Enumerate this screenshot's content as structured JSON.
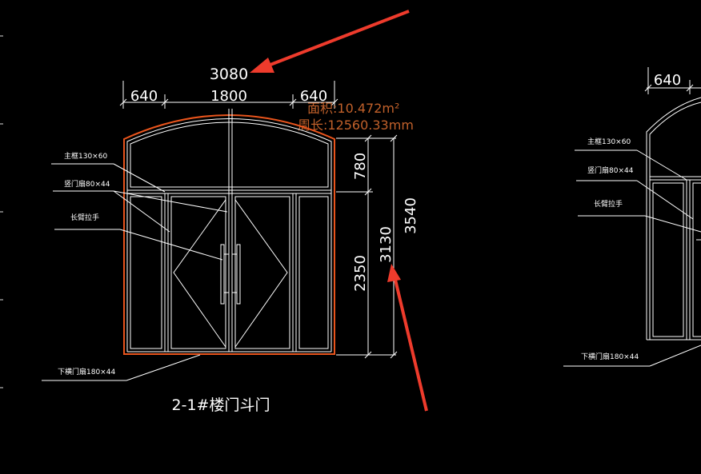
{
  "colors": {
    "background": "#000000",
    "line": "#ffffff",
    "highlight": "#e8541c",
    "info": "#c0602a",
    "arrow": "#ee3b2c"
  },
  "drawing": {
    "left": {
      "dims": {
        "overall": "3080",
        "seg_left": "640",
        "seg_mid": "1800",
        "seg_right": "640",
        "v_top": "780",
        "v_bottom": "2350",
        "v_door": "3130",
        "v_total": "3540"
      },
      "info": {
        "area": "面积:10.472m²",
        "perimeter": "周长:12560.33mm"
      },
      "callouts": {
        "c1": "主框130×60",
        "c2": "竖门扇80×44",
        "c3": "长臂拉手",
        "c4": "下横门扇180×44"
      },
      "title": "2-1#楼门斗门"
    },
    "right": {
      "dims": {
        "seg_left": "640"
      },
      "callouts": {
        "c1": "主框130×60",
        "c2": "竖门扇80×44",
        "c3": "长臂拉手",
        "c4": "下横门扇180×44"
      }
    }
  }
}
